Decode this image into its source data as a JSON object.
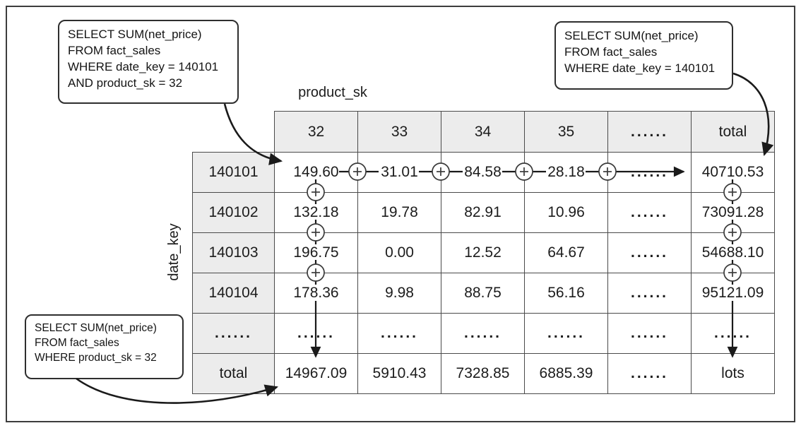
{
  "diagram": {
    "column_axis_label": "product_sk",
    "row_axis_label": "date_key",
    "plus_operator": "+",
    "callouts": {
      "top_left": {
        "lines": [
          "SELECT SUM(net_price)",
          "FROM fact_sales",
          "WHERE date_key = 140101",
          "AND product_sk = 32"
        ]
      },
      "top_right": {
        "lines": [
          "SELECT SUM(net_price)",
          "FROM fact_sales",
          "WHERE date_key = 140101"
        ]
      },
      "bottom_left": {
        "lines": [
          "SELECT SUM(net_price)",
          "FROM fact_sales",
          "WHERE product_sk = 32"
        ]
      }
    },
    "table": {
      "column_headers": [
        "32",
        "33",
        "34",
        "35",
        "......",
        "total"
      ],
      "row_headers": [
        "140101",
        "140102",
        "140103",
        "140104",
        "......",
        "total"
      ],
      "cells": [
        [
          "149.60",
          "31.01",
          "84.58",
          "28.18",
          "......",
          "40710.53"
        ],
        [
          "132.18",
          "19.78",
          "82.91",
          "10.96",
          "......",
          "73091.28"
        ],
        [
          "196.75",
          "0.00",
          "12.52",
          "64.67",
          "......",
          "54688.10"
        ],
        [
          "178.36",
          "9.98",
          "88.75",
          "56.16",
          "......",
          "95121.09"
        ],
        [
          "......",
          "......",
          "......",
          "......",
          "......",
          "......"
        ],
        [
          "14967.09",
          "5910.43",
          "7328.85",
          "6885.39",
          "......",
          "lots"
        ]
      ]
    },
    "colors": {
      "header_fill": "#ececec",
      "grid_border": "#4a4a4a",
      "arrow": "#1a1a1a",
      "background": "#ffffff"
    }
  }
}
